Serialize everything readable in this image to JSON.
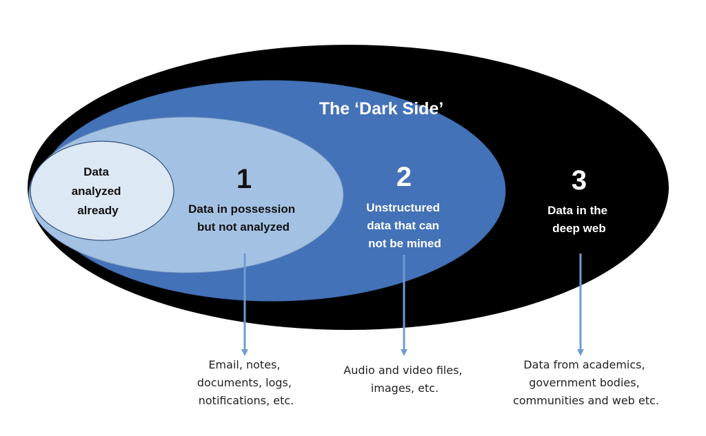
{
  "title": "The ‘Dark Side’",
  "regions": [
    {
      "id": "analyzed",
      "label_lines": [
        "Data",
        "analyzed",
        "already"
      ]
    },
    {
      "id": "possession",
      "number": "1",
      "label_lines": [
        "Data in possession",
        "but not analyzed"
      ],
      "examples_lines": [
        "Email, notes,",
        "documents, logs,",
        "notifications, etc."
      ]
    },
    {
      "id": "unstructured",
      "number": "2",
      "label_lines": [
        "Unstructured",
        "data that can",
        "not be mined"
      ],
      "examples_lines": [
        "Audio and video files,",
        "images, etc."
      ]
    },
    {
      "id": "deepweb",
      "number": "3",
      "label_lines": [
        "Data in the",
        "deep web"
      ],
      "examples_lines": [
        "Data from academics,",
        "government bodies,",
        "communities and web etc."
      ]
    }
  ],
  "colors": {
    "deep_web_fill": "#000000",
    "dark_side_fill": "#4472b8",
    "possession_fill": "#a3c2e3",
    "analyzed_fill": "#dde8f5",
    "arrow": "#6f9bd3",
    "outline": "#2f4f7a"
  }
}
